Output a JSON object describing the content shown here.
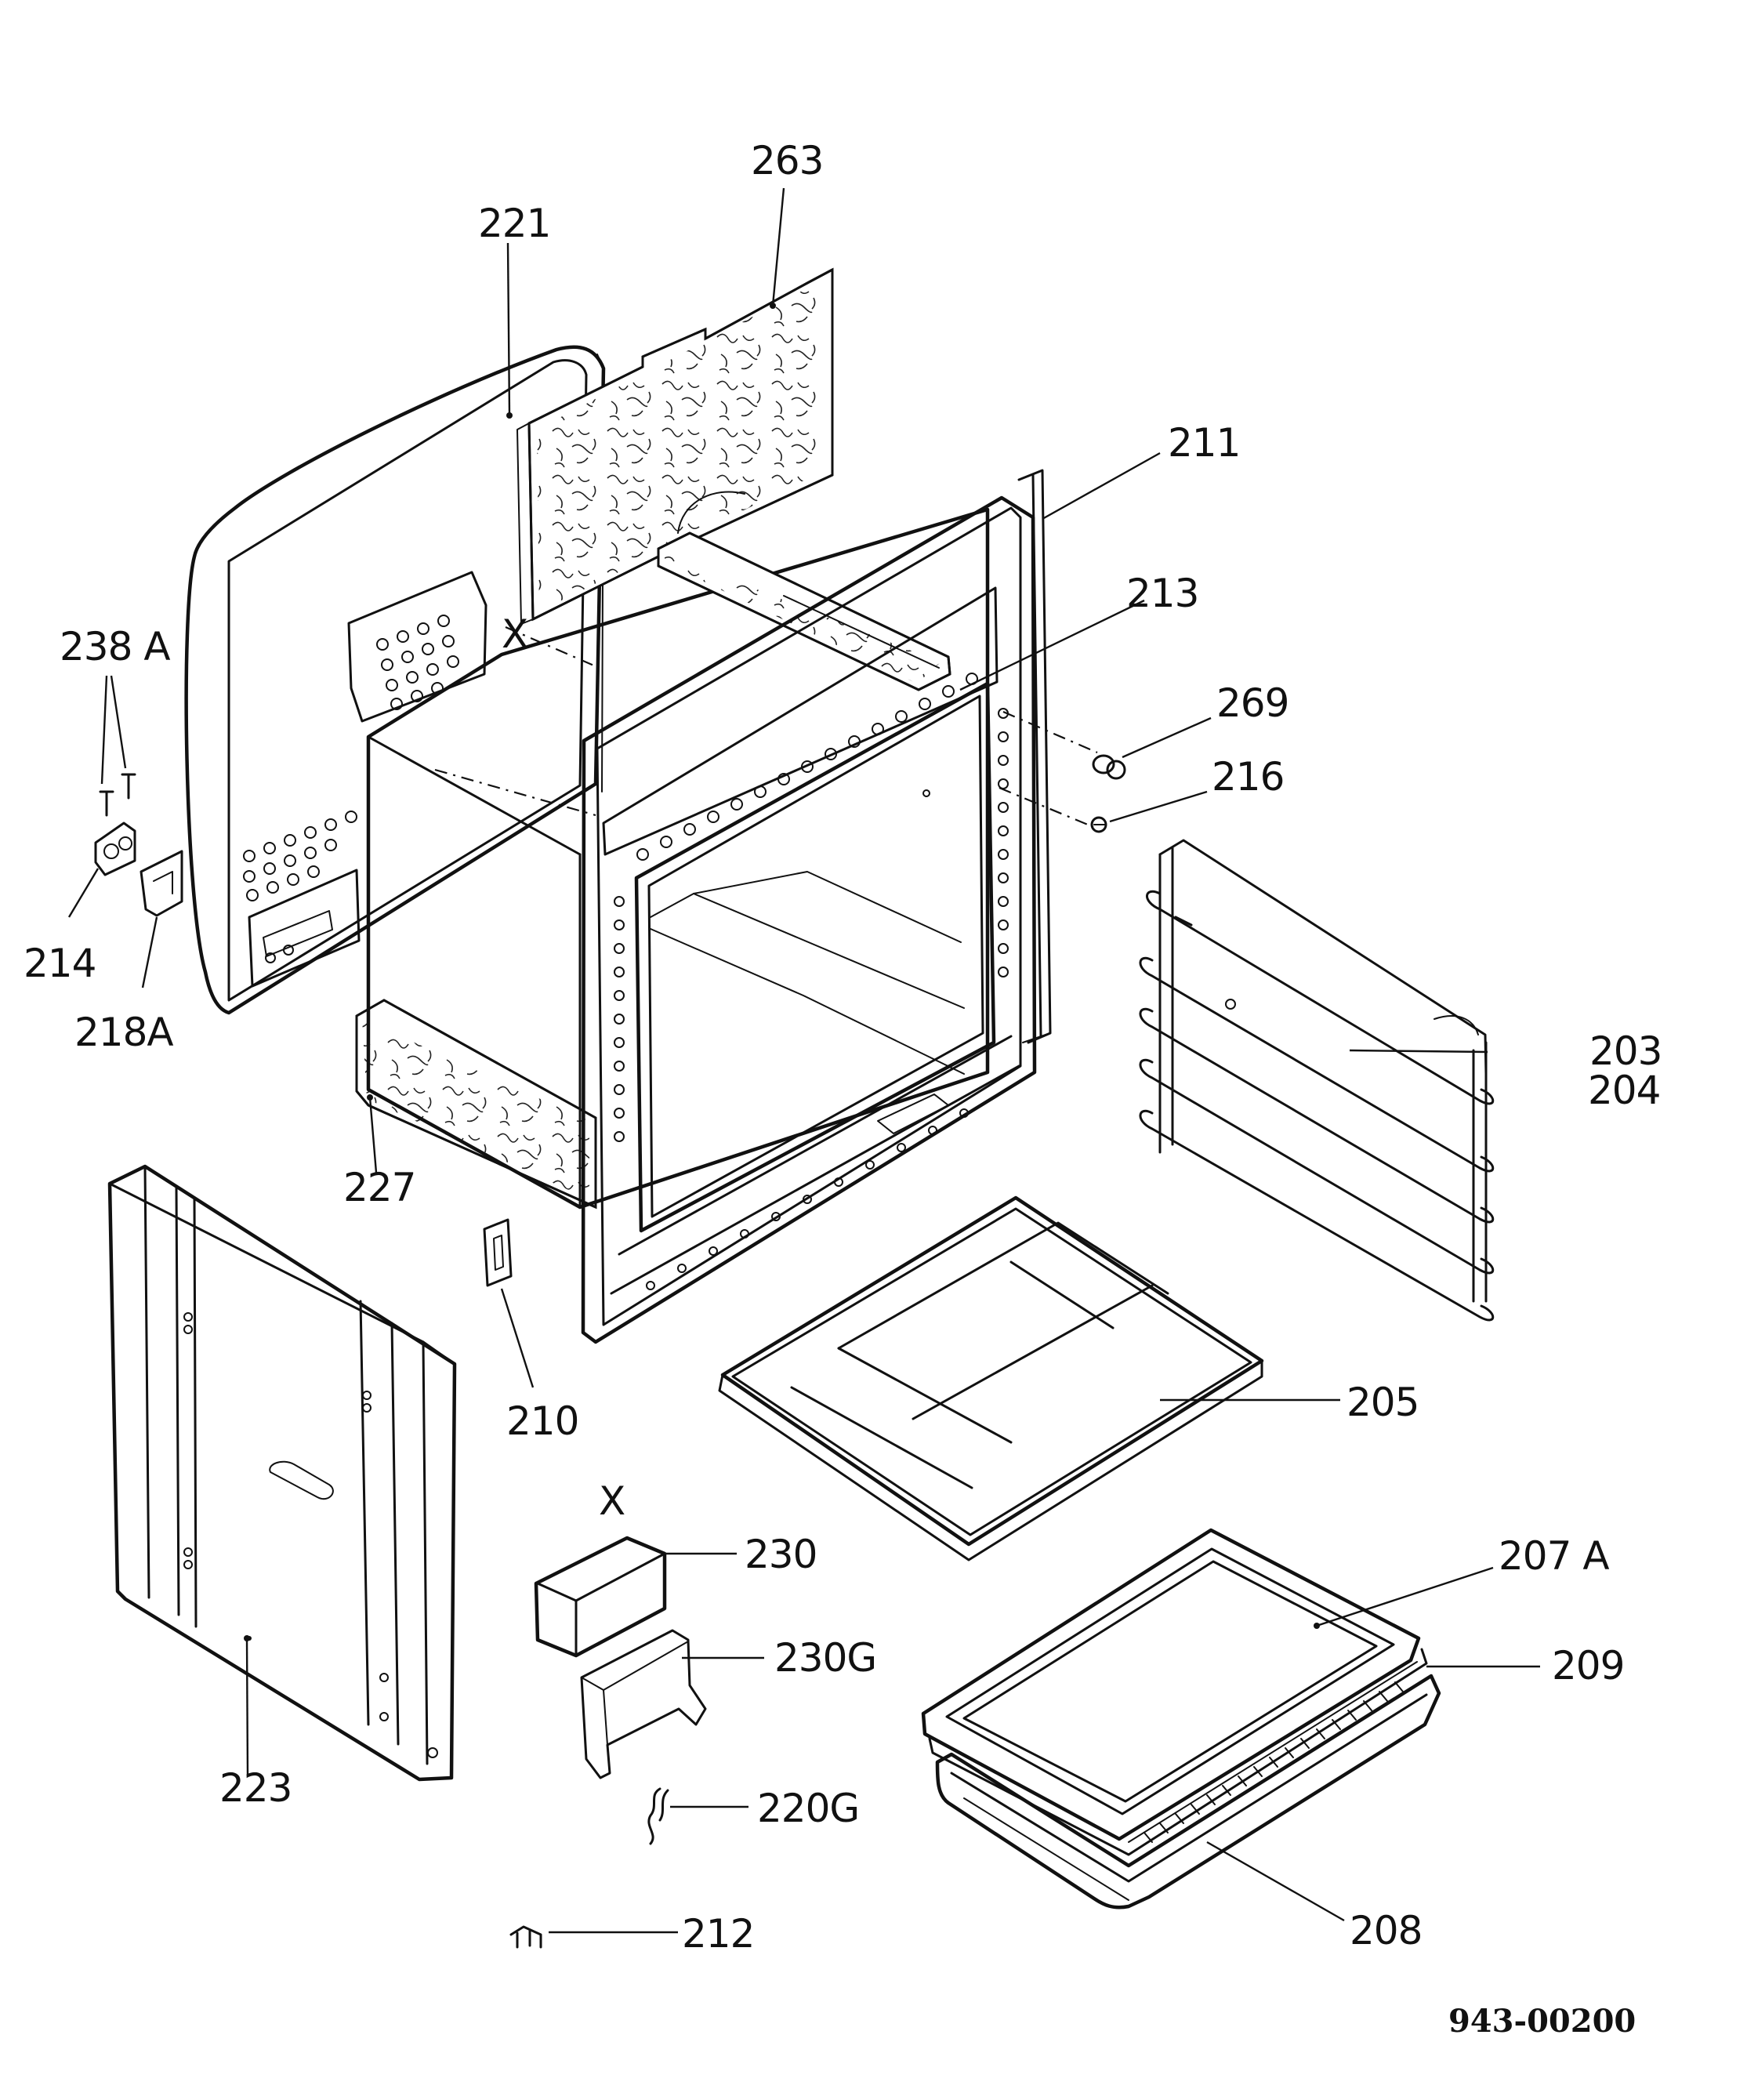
{
  "labels": {
    "p263": "263",
    "p221": "221",
    "p211": "211",
    "p213": "213",
    "p269": "269",
    "p216": "216",
    "p238a": "238 A",
    "p214": "214",
    "p218a": "218A",
    "p227": "227",
    "p203": "203",
    "p204": "204",
    "p210": "210",
    "p205": "205",
    "p223": "223",
    "x_top": "X",
    "x_bottom": "X",
    "p230": "230",
    "p230g": "230G",
    "p220g": "220G",
    "p212": "212",
    "p207a": "207 A",
    "p209": "209",
    "p208": "208"
  },
  "document_number": "943-00200"
}
